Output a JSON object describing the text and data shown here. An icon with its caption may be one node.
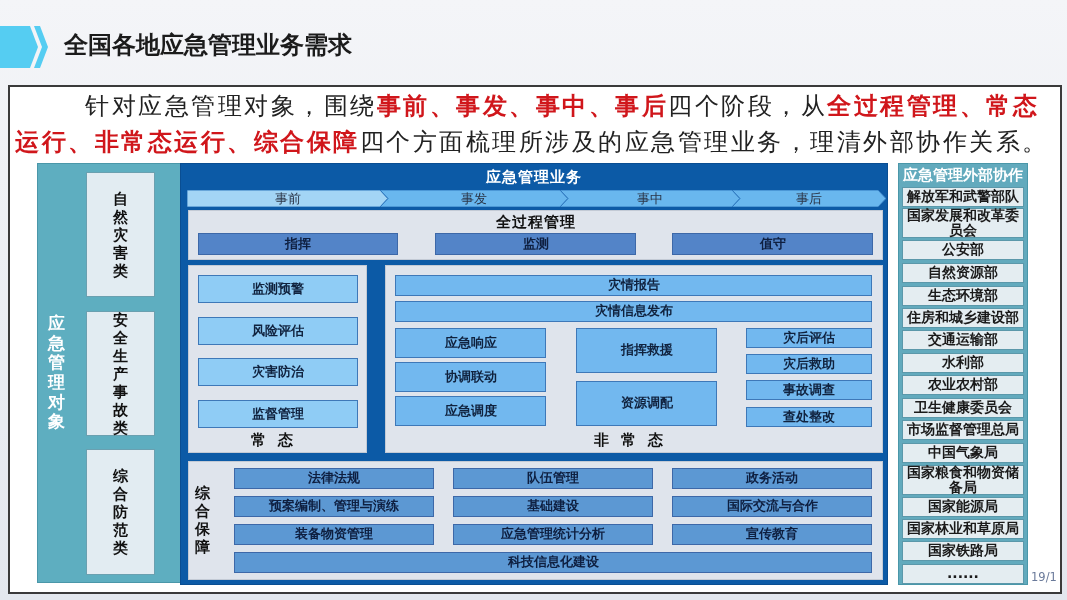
{
  "diagram": {
    "title": "全国各地应急管理业务需求",
    "nodes": [
      {
        "text": [
          "应急管理对象"
        ]
      },
      {
        "text": [
          "自然灾害类"
        ],
        "in": 0
      },
      {
        "text": [
          "安全生产事故类"
        ],
        "in": 0
      },
      {
        "text": [
          "综合防范类"
        ],
        "in": 0
      },
      {
        "text": [
          "应急管理业务"
        ]
      },
      {
        "text": [
          "事前"
        ],
        "in": 4
      },
      {
        "text": [
          "事发"
        ],
        "in": 4
      },
      {
        "text": [
          "事中"
        ],
        "in": 4
      },
      {
        "text": [
          "事后"
        ],
        "in": 4
      },
      {
        "text": [
          "全过程管理"
        ],
        "in": 4
      },
      {
        "text": [
          "指挥"
        ],
        "in": 9
      },
      {
        "text": [
          "监测"
        ],
        "in": 9
      },
      {
        "text": [
          "值守"
        ],
        "in": 9
      },
      {
        "text": [
          "常态"
        ],
        "in": 4
      },
      {
        "text": [
          "监测预警"
        ],
        "in": 13
      },
      {
        "text": [
          "风险评估"
        ],
        "in": 13
      },
      {
        "text": [
          "灾害防治"
        ],
        "in": 13
      },
      {
        "text": [
          "监督管理"
        ],
        "in": 13
      },
      {
        "text": [
          "非常态"
        ],
        "in": 4
      },
      {
        "text": [
          "灾情报告"
        ],
        "in": 18
      },
      {
        "text": [
          "灾情信息发布"
        ],
        "in": 18
      },
      {
        "text": [
          "应急响应"
        ],
        "in": 18
      },
      {
        "text": [
          "协调联动"
        ],
        "in": 18
      },
      {
        "text": [
          "应急调度"
        ],
        "in": 18
      },
      {
        "text": [
          "指挥救援"
        ],
        "in": 18
      },
      {
        "text": [
          "资源调配"
        ],
        "in": 18
      },
      {
        "text": [
          "灾后评估"
        ],
        "in": 18
      },
      {
        "text": [
          "灾后救助"
        ],
        "in": 18
      },
      {
        "text": [
          "事故调查"
        ],
        "in": 18
      },
      {
        "text": [
          "查处整改"
        ],
        "in": 18
      },
      {
        "text": [
          "综合保障"
        ],
        "in": 4
      },
      {
        "text": [
          "法律法规"
        ],
        "in": 30
      },
      {
        "text": [
          "队伍管理"
        ],
        "in": 30
      },
      {
        "text": [
          "政务活动"
        ],
        "in": 30
      },
      {
        "text": [
          "预案编制、管理与演练"
        ],
        "in": 30
      },
      {
        "text": [
          "基础建设"
        ],
        "in": 30
      },
      {
        "text": [
          "国际交流与合作"
        ],
        "in": 30
      },
      {
        "text": [
          "装备物资管理"
        ],
        "in": 30
      },
      {
        "text": [
          "应急管理统计分析"
        ],
        "in": 30
      },
      {
        "text": [
          "宣传教育"
        ],
        "in": 30
      },
      {
        "text": [
          "科技信息化建设"
        ],
        "in": 30
      },
      {
        "text": [
          "应急管理外部协作"
        ]
      },
      {
        "text": [
          "解放军和武警部队"
        ],
        "in": 41
      },
      {
        "text": [
          "国家发展和改革委员会"
        ],
        "in": 41
      },
      {
        "text": [
          "公安部"
        ],
        "in": 41
      },
      {
        "text": [
          "自然资源部"
        ],
        "in": 41
      },
      {
        "text": [
          "生态环境部"
        ],
        "in": 41
      },
      {
        "text": [
          "住房和城乡建设部"
        ],
        "in": 41
      },
      {
        "text": [
          "交通运输部"
        ],
        "in": 41
      },
      {
        "text": [
          "水利部"
        ],
        "in": 41
      },
      {
        "text": [
          "农业农村部"
        ],
        "in": 41
      },
      {
        "text": [
          "卫生健康委员会"
        ],
        "in": 41
      },
      {
        "text": [
          "市场监督管理总局"
        ],
        "in": 41
      },
      {
        "text": [
          "中国气象局"
        ],
        "in": 41
      },
      {
        "text": [
          "国家粮食和物资储备局"
        ],
        "in": 41
      },
      {
        "text": [
          "国家能源局"
        ],
        "in": 41
      },
      {
        "text": [
          "国家林业和草原局"
        ],
        "in": 41
      },
      {
        "text": [
          "国家铁路局"
        ],
        "in": 41
      },
      {
        "text": [
          "......"
        ],
        "in": 41
      }
    ],
    "labels": [
      "针对应急管理对象，围绕**事前、事发、事中、事后**四个阶段，从**全过程管理、常态运行、非常态运行、综合保障**四个方面梳理所涉及的应急管理业务，理清外部协作关系。",
      "19/1"
    ]
  }
}
